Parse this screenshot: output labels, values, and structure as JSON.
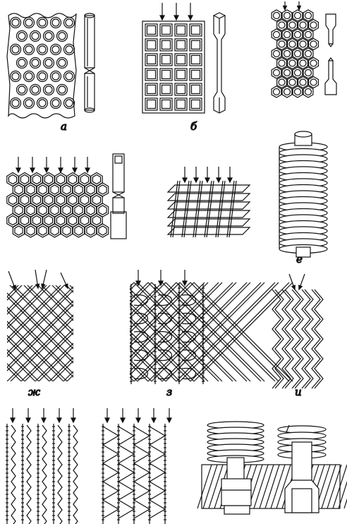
{
  "figure": {
    "panels": [
      {
        "id": "a",
        "label": "а"
      },
      {
        "id": "b",
        "label": "б"
      },
      {
        "id": "c",
        "label": ""
      },
      {
        "id": "d",
        "label": ""
      },
      {
        "id": "e",
        "label": ""
      },
      {
        "id": "f",
        "label": "е"
      },
      {
        "id": "g",
        "label": "ж"
      },
      {
        "id": "h",
        "label": "з"
      },
      {
        "id": "i",
        "label": "и"
      },
      {
        "id": "j",
        "label": ""
      },
      {
        "id": "k",
        "label": ""
      },
      {
        "id": "l",
        "label": ""
      }
    ]
  }
}
